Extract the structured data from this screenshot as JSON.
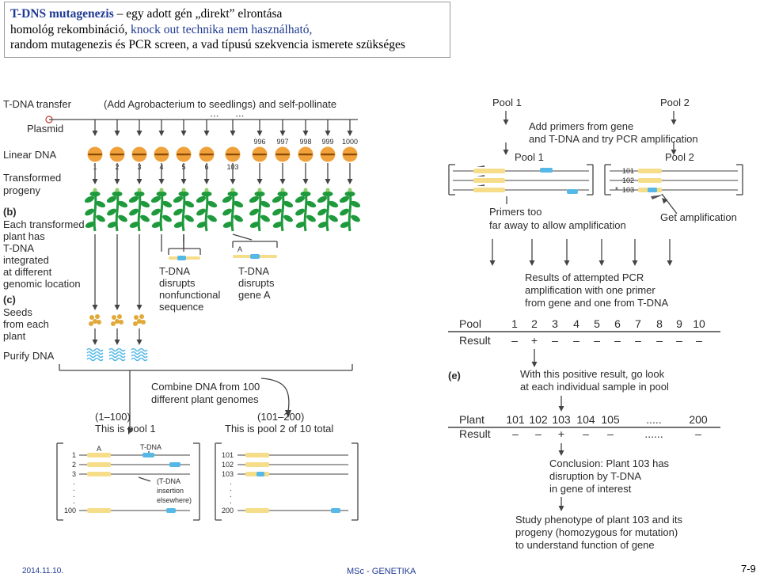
{
  "title": {
    "heading": "T-DNS mutagenezis",
    "heading_rest": " – egy adott gén „direkt” elrontása",
    "line2_a": "homológ rekombináció, ",
    "line2_b": "knock out technika nem használható,",
    "line3": "random mutagenezis és PCR  screen, a vad típusú szekvencia ismerete szükséges"
  },
  "left_panel": {
    "tdna_transfer": "T-DNA transfer",
    "add_agro": "(Add Agrobacterium to seedlings) and self-pollinate",
    "plasmid": "Plasmid",
    "linear_dna": "Linear DNA",
    "transformed": "Transformed",
    "progeny": "progeny",
    "plant_numbers": [
      "1",
      "2",
      "3",
      "4",
      "5",
      "6",
      "103",
      "996",
      "997",
      "998",
      "999",
      "1000"
    ],
    "label_b": "(b)",
    "each_lines": [
      "Each transformed",
      "plant has",
      "T-DNA",
      "integrated",
      "at different",
      "genomic location"
    ],
    "disrupt_nonfunc": [
      "T-DNA",
      "disrupts",
      "nonfunctional",
      "sequence"
    ],
    "disrupt_gene": [
      "T-DNA",
      "disrupts",
      "gene A"
    ],
    "gene_a_letter": "A",
    "label_c": "(c)",
    "seeds_lines": [
      "Seeds",
      "from each",
      "plant"
    ],
    "purify": "Purify DNA",
    "combine_lines": [
      "Combine DNA from 100",
      "different plant genomes"
    ],
    "pool1_range": "(1–100)",
    "pool1_desc": "This is pool 1",
    "pool2_range": "(101–200)",
    "pool2_desc": "This is pool 2 of 10 total",
    "pool1_rows": [
      "1",
      "2",
      "3",
      "100"
    ],
    "pool2_rows": [
      "101",
      "102",
      "103",
      "200"
    ],
    "box_a": "A",
    "box_tdna": "T-DNA",
    "insertion_note": [
      "(T-DNA",
      "insertion",
      "elsewhere)"
    ]
  },
  "right_panel": {
    "pool1": "Pool 1",
    "pool2": "Pool 2",
    "add_primers": [
      "Add primers from gene",
      "and T-DNA and try PCR amplification"
    ],
    "pool1_inner": "Pool 1",
    "pool2_inner": "Pool 2",
    "pool2_rows": [
      "101",
      "102",
      "103"
    ],
    "star": "*",
    "primers_far": [
      "Primers too",
      "far away to allow amplification"
    ],
    "get_amp": "Get amplification",
    "results_lines": [
      "Results of attempted PCR",
      "amplification with one primer",
      "from gene and one from T-DNA"
    ],
    "pool_table": {
      "row1_label": "Pool",
      "row2_label": "Result",
      "pools": [
        "1",
        "2",
        "3",
        "4",
        "5",
        "6",
        "7",
        "8",
        "9",
        "10"
      ],
      "results": [
        "–",
        "+",
        "–",
        "–",
        "–",
        "–",
        "–",
        "–",
        "–",
        "–"
      ]
    },
    "label_e": "(e)",
    "positive_lines": [
      "With this positive result, go look",
      "at each individual sample in pool"
    ],
    "plant_table": {
      "row1_label": "Plant",
      "row2_label": "Result",
      "plants": [
        "101",
        "102",
        "103",
        "104",
        "105",
        ".....",
        "200"
      ],
      "results": [
        "–",
        "–",
        "+",
        "–",
        "–",
        "......",
        "–"
      ]
    },
    "conclusion_lines": [
      "Conclusion: Plant 103 has",
      "disruption by T-DNA",
      "in gene of interest"
    ],
    "study_lines": [
      "Study phenotype of plant 103 and its",
      "progeny (homozygous for mutation)",
      "to understand function of gene"
    ]
  },
  "footer": {
    "date": "2014.11.10.",
    "course": "MSc - GENETIKA",
    "page": "7-9"
  },
  "colors": {
    "title_blue": "#1f3a93",
    "gene_yellow": "#f6dd8a",
    "tdna_blue": "#56b8e6",
    "plant_green": "#1e9a3c",
    "orange_dna": "#f0a13a"
  }
}
